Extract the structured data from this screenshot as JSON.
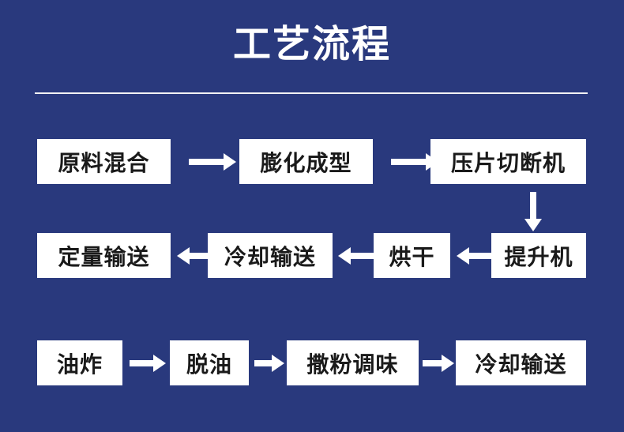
{
  "page": {
    "title": "工艺流程",
    "background_color": "#29397d",
    "box_fill_color": "#ffffff",
    "box_text_color": "#1a1a1a",
    "accent_color": "#ffffff"
  },
  "divider": {
    "name": "title-divider"
  },
  "flow": {
    "rows": [
      {
        "name": "row-1",
        "direction": "right",
        "steps": [
          {
            "label": "原料混合"
          },
          {
            "label": "膨化成型"
          },
          {
            "label": "压片切断机"
          }
        ]
      },
      {
        "name": "row-2",
        "direction": "left",
        "steps": [
          {
            "label": "定量输送"
          },
          {
            "label": "冷却输送"
          },
          {
            "label": "烘干"
          },
          {
            "label": "提升机"
          }
        ]
      },
      {
        "name": "row-3",
        "direction": "right",
        "steps": [
          {
            "label": "油炸"
          },
          {
            "label": "脱油"
          },
          {
            "label": "撒粉调味"
          },
          {
            "label": "冷却输送"
          }
        ]
      }
    ],
    "connectors": [
      {
        "name": "arrow-right-1",
        "icon": "arrow-right-icon"
      },
      {
        "name": "arrow-right-2",
        "icon": "arrow-right-icon"
      },
      {
        "name": "arrow-down-1",
        "icon": "arrow-down-icon"
      },
      {
        "name": "arrow-left-1",
        "icon": "arrow-left-icon"
      },
      {
        "name": "arrow-left-2",
        "icon": "arrow-left-icon"
      },
      {
        "name": "arrow-left-3",
        "icon": "arrow-left-icon"
      },
      {
        "name": "arrow-right-3",
        "icon": "arrow-right-icon"
      },
      {
        "name": "arrow-right-4",
        "icon": "arrow-right-icon"
      },
      {
        "name": "arrow-right-5",
        "icon": "arrow-right-icon"
      }
    ]
  }
}
